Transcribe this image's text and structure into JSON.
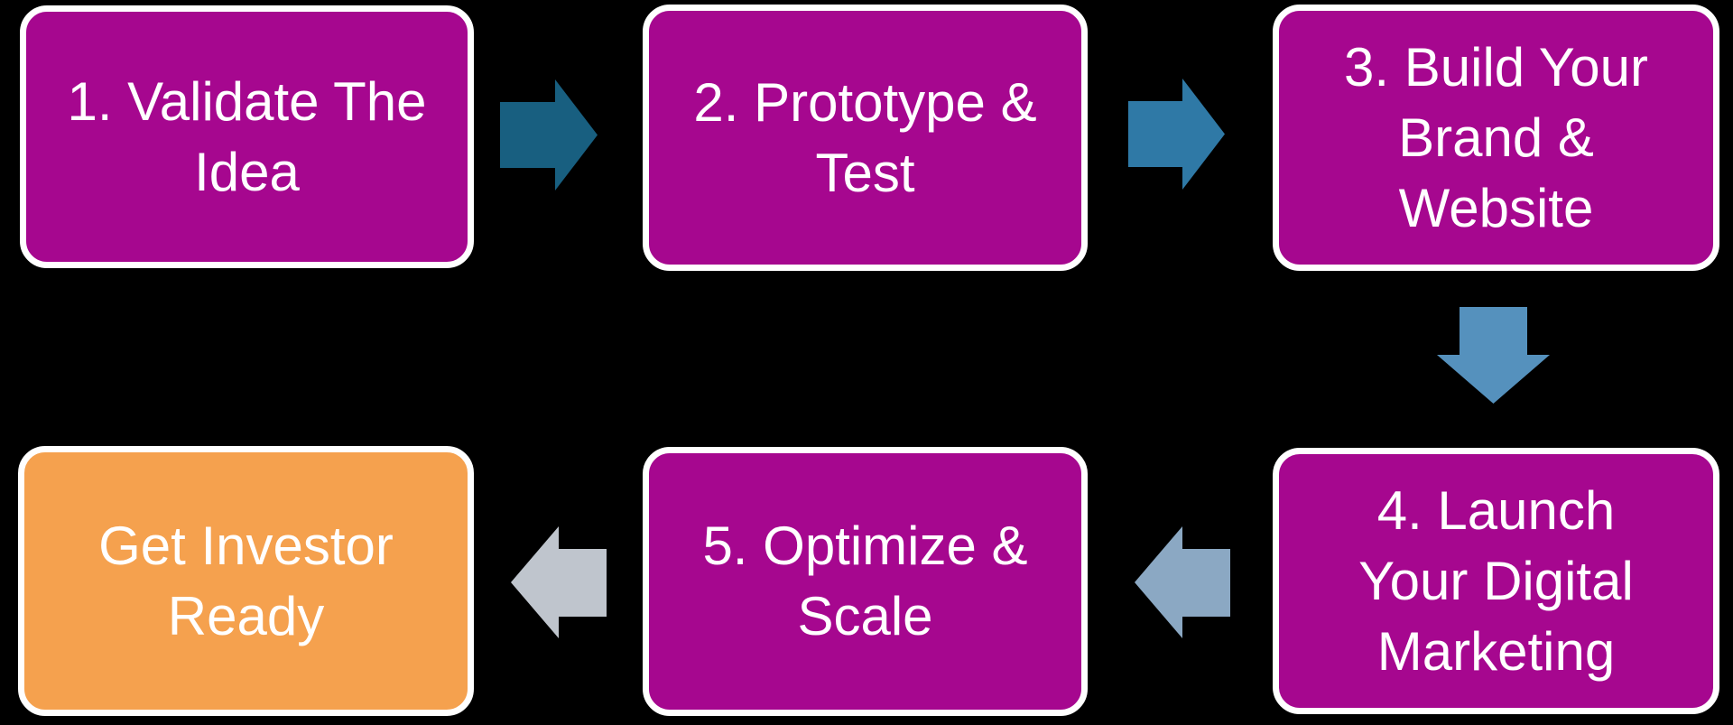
{
  "colors": {
    "background": "#000000",
    "step_box_fill": "#A6078F",
    "final_box_fill": "#F5A14E",
    "box_border": "#FFFFFF",
    "box_text": "#FFFFFF"
  },
  "steps": [
    {
      "id": "step-1",
      "label": "1. Validate The Idea",
      "lines": [
        "1. Validate The",
        "Idea"
      ],
      "fill": "#A6078F"
    },
    {
      "id": "step-2",
      "label": "2. Prototype & Test",
      "lines": [
        "2. Prototype &",
        "Test"
      ],
      "fill": "#A6078F"
    },
    {
      "id": "step-3",
      "label": "3. Build Your Brand & Website",
      "lines": [
        "3. Build Your",
        "Brand &",
        "Website"
      ],
      "fill": "#A6078F"
    },
    {
      "id": "step-4",
      "label": "4. Launch Your Digital Marketing",
      "lines": [
        "4. Launch",
        "Your Digital",
        "Marketing"
      ],
      "fill": "#A6078F"
    },
    {
      "id": "step-5",
      "label": "5. Optimize & Scale",
      "lines": [
        "5. Optimize &",
        "Scale"
      ],
      "fill": "#A6078F"
    },
    {
      "id": "final",
      "label": "Get Investor Ready",
      "lines": [
        "Get Investor",
        "Ready"
      ],
      "fill": "#F5A14E"
    }
  ],
  "arrows": [
    {
      "from": "step-1",
      "to": "step-2",
      "direction": "right",
      "color": "#185F80"
    },
    {
      "from": "step-2",
      "to": "step-3",
      "direction": "right",
      "color": "#2F79A6"
    },
    {
      "from": "step-3",
      "to": "step-4",
      "direction": "down",
      "color": "#5591BD"
    },
    {
      "from": "step-4",
      "to": "step-5",
      "direction": "left",
      "color": "#8BA8C3"
    },
    {
      "from": "step-5",
      "to": "final",
      "direction": "left",
      "color": "#BFC5CD"
    }
  ]
}
